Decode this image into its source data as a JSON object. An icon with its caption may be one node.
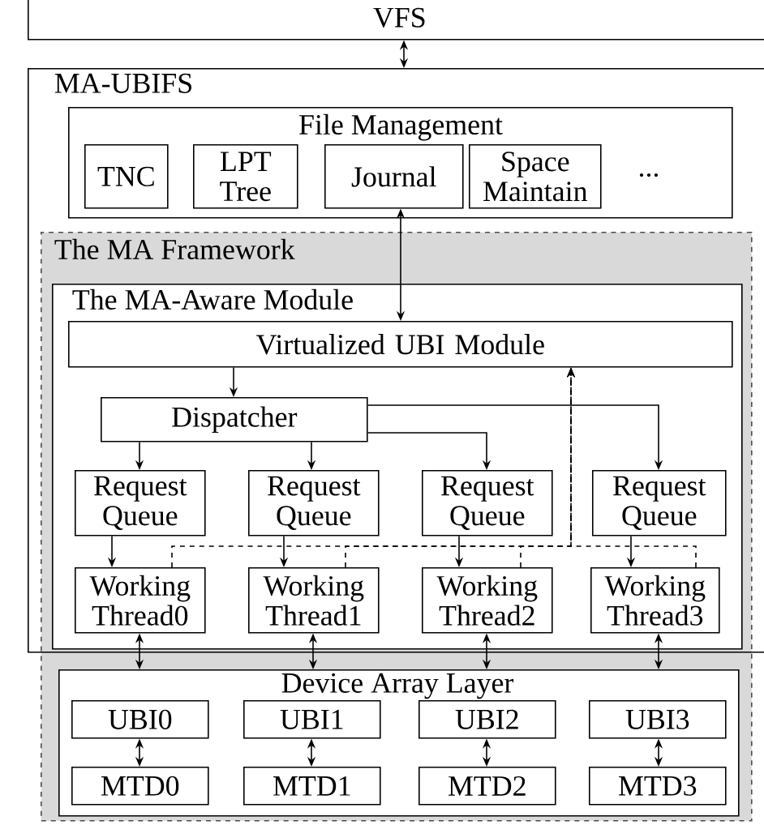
{
  "diagram": {
    "nodes": [
      {
        "text": [
          "VFS"
        ]
      },
      {
        "text": [
          "MA-UBIFS"
        ]
      },
      {
        "text": [
          "File Management"
        ],
        "in": 1
      },
      {
        "text": [
          "TNC"
        ],
        "in": 2
      },
      {
        "text": [
          "LPT Tree"
        ],
        "in": 2
      },
      {
        "text": [
          "Journal"
        ],
        "in": 2
      },
      {
        "text": [
          "Space Maintain"
        ],
        "in": 2
      },
      {
        "text": [
          "The MA Framework"
        ]
      },
      {
        "text": [
          "The MA-Aware Module"
        ]
      },
      {
        "text": [
          "Virtualized UBI Module"
        ],
        "in": 8
      },
      {
        "text": [
          "Dispatcher"
        ],
        "in": 8
      },
      {
        "text": [
          "Request Queue"
        ],
        "in": 8
      },
      {
        "text": [
          "Request Queue"
        ],
        "in": 8
      },
      {
        "text": [
          "Request Queue"
        ],
        "in": 8
      },
      {
        "text": [
          "Request Queue"
        ],
        "in": 8
      },
      {
        "text": [
          "Working Thread0"
        ],
        "in": 8
      },
      {
        "text": [
          "Working Thread1"
        ],
        "in": 8
      },
      {
        "text": [
          "Working Thread2"
        ],
        "in": 8
      },
      {
        "text": [
          "Working Thread3"
        ],
        "in": 8
      },
      {
        "text": [
          "Device Array Layer"
        ],
        "in": 7
      },
      {
        "text": [
          "UBI0"
        ],
        "in": 19
      },
      {
        "text": [
          "UBI1"
        ],
        "in": 19
      },
      {
        "text": [
          "UBI2"
        ],
        "in": 19
      },
      {
        "text": [
          "UBI3"
        ],
        "in": 19
      },
      {
        "text": [
          "MTD0"
        ],
        "in": 19
      },
      {
        "text": [
          "MTD1"
        ],
        "in": 19
      },
      {
        "text": [
          "MTD2"
        ],
        "in": 19
      },
      {
        "text": [
          "MTD3"
        ],
        "in": 19
      }
    ],
    "edges": [
      {
        "from": 0,
        "to": 1,
        "arrow": "both"
      },
      {
        "from": 5,
        "to": 9,
        "arrow": "both"
      },
      {
        "from": 9,
        "to": 10,
        "arrow": "to"
      },
      {
        "from": 10,
        "to": 11,
        "arrow": "to"
      },
      {
        "from": 10,
        "to": 12,
        "arrow": "to"
      },
      {
        "from": 10,
        "to": 13,
        "arrow": "to"
      },
      {
        "from": 10,
        "to": 14,
        "arrow": "to"
      },
      {
        "from": 11,
        "to": 15,
        "arrow": "to"
      },
      {
        "from": 12,
        "to": 16,
        "arrow": "to"
      },
      {
        "from": 13,
        "to": 17,
        "arrow": "to"
      },
      {
        "from": 14,
        "to": 18,
        "arrow": "to"
      },
      {
        "from": 15,
        "to": 9,
        "arrow": "to",
        "style": "dashed"
      },
      {
        "from": 16,
        "to": 9,
        "arrow": "to",
        "style": "dashed"
      },
      {
        "from": 17,
        "to": 9,
        "arrow": "to",
        "style": "dashed"
      },
      {
        "from": 18,
        "to": 9,
        "arrow": "to",
        "style": "dashed"
      },
      {
        "from": 15,
        "to": 19,
        "arrow": "both"
      },
      {
        "from": 16,
        "to": 19,
        "arrow": "both"
      },
      {
        "from": 17,
        "to": 19,
        "arrow": "both"
      },
      {
        "from": 18,
        "to": 19,
        "arrow": "both"
      },
      {
        "from": 20,
        "to": 24,
        "arrow": "both"
      },
      {
        "from": 21,
        "to": 25,
        "arrow": "both"
      },
      {
        "from": 22,
        "to": 26,
        "arrow": "both"
      },
      {
        "from": 23,
        "to": 27,
        "arrow": "both"
      }
    ],
    "labels": [
      "..."
    ]
  }
}
